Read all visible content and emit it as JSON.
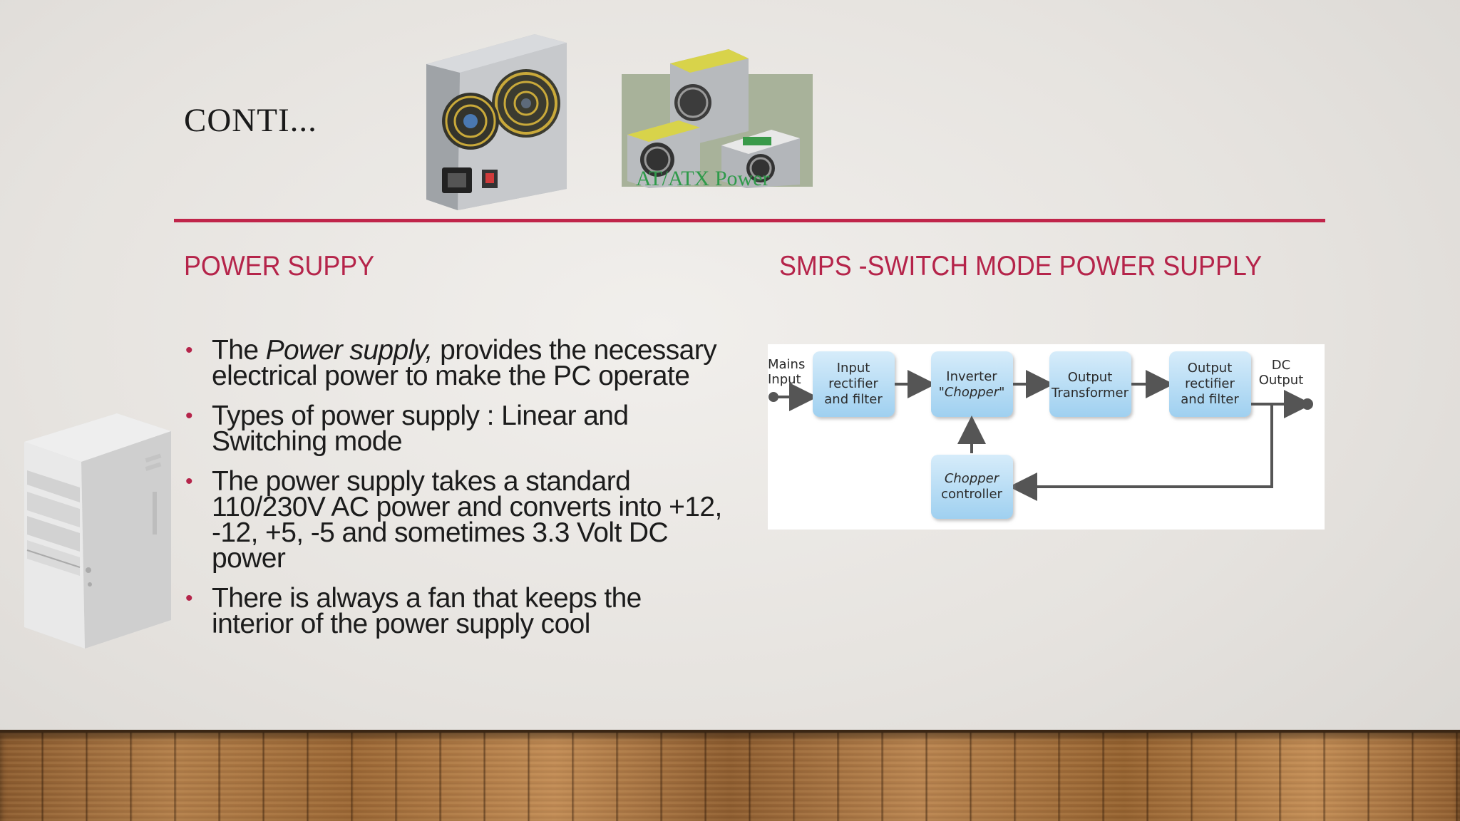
{
  "slide": {
    "title": "CONTI...",
    "left_heading": "POWER SUPPY",
    "right_heading": "SMPS -SWITCH MODE POWER SUPPLY",
    "bullets": [
      {
        "pre": "The ",
        "em": "Power supply,",
        "post": " provides the necessary electrical power to make the PC operate"
      },
      {
        "pre": "Types of power supply : Linear and Switching mode",
        "em": "",
        "post": ""
      },
      {
        "pre": "The power supply takes a standard 110/230V AC power and converts into +12, -12, +5, -5 and sometimes 3.3 Volt DC power",
        "em": "",
        "post": ""
      },
      {
        "pre": "There is always a fan that keeps the interior of the power supply cool",
        "em": "",
        "post": ""
      }
    ],
    "image_caption": "AT/ATX Power",
    "accent_color": "#c0254a"
  },
  "diagram": {
    "mains_input": [
      "Mains",
      "Input"
    ],
    "dc_output": [
      "DC",
      "Output"
    ],
    "boxes": {
      "input_rectifier": [
        "Input",
        "rectifier",
        "and filter"
      ],
      "inverter": [
        "Inverter",
        "\"Chopper\""
      ],
      "output_transformer": [
        "Output",
        "Transformer"
      ],
      "output_rectifier": [
        "Output",
        "rectifier",
        "and filter"
      ],
      "chopper_controller": [
        "Chopper",
        "controller"
      ]
    }
  }
}
